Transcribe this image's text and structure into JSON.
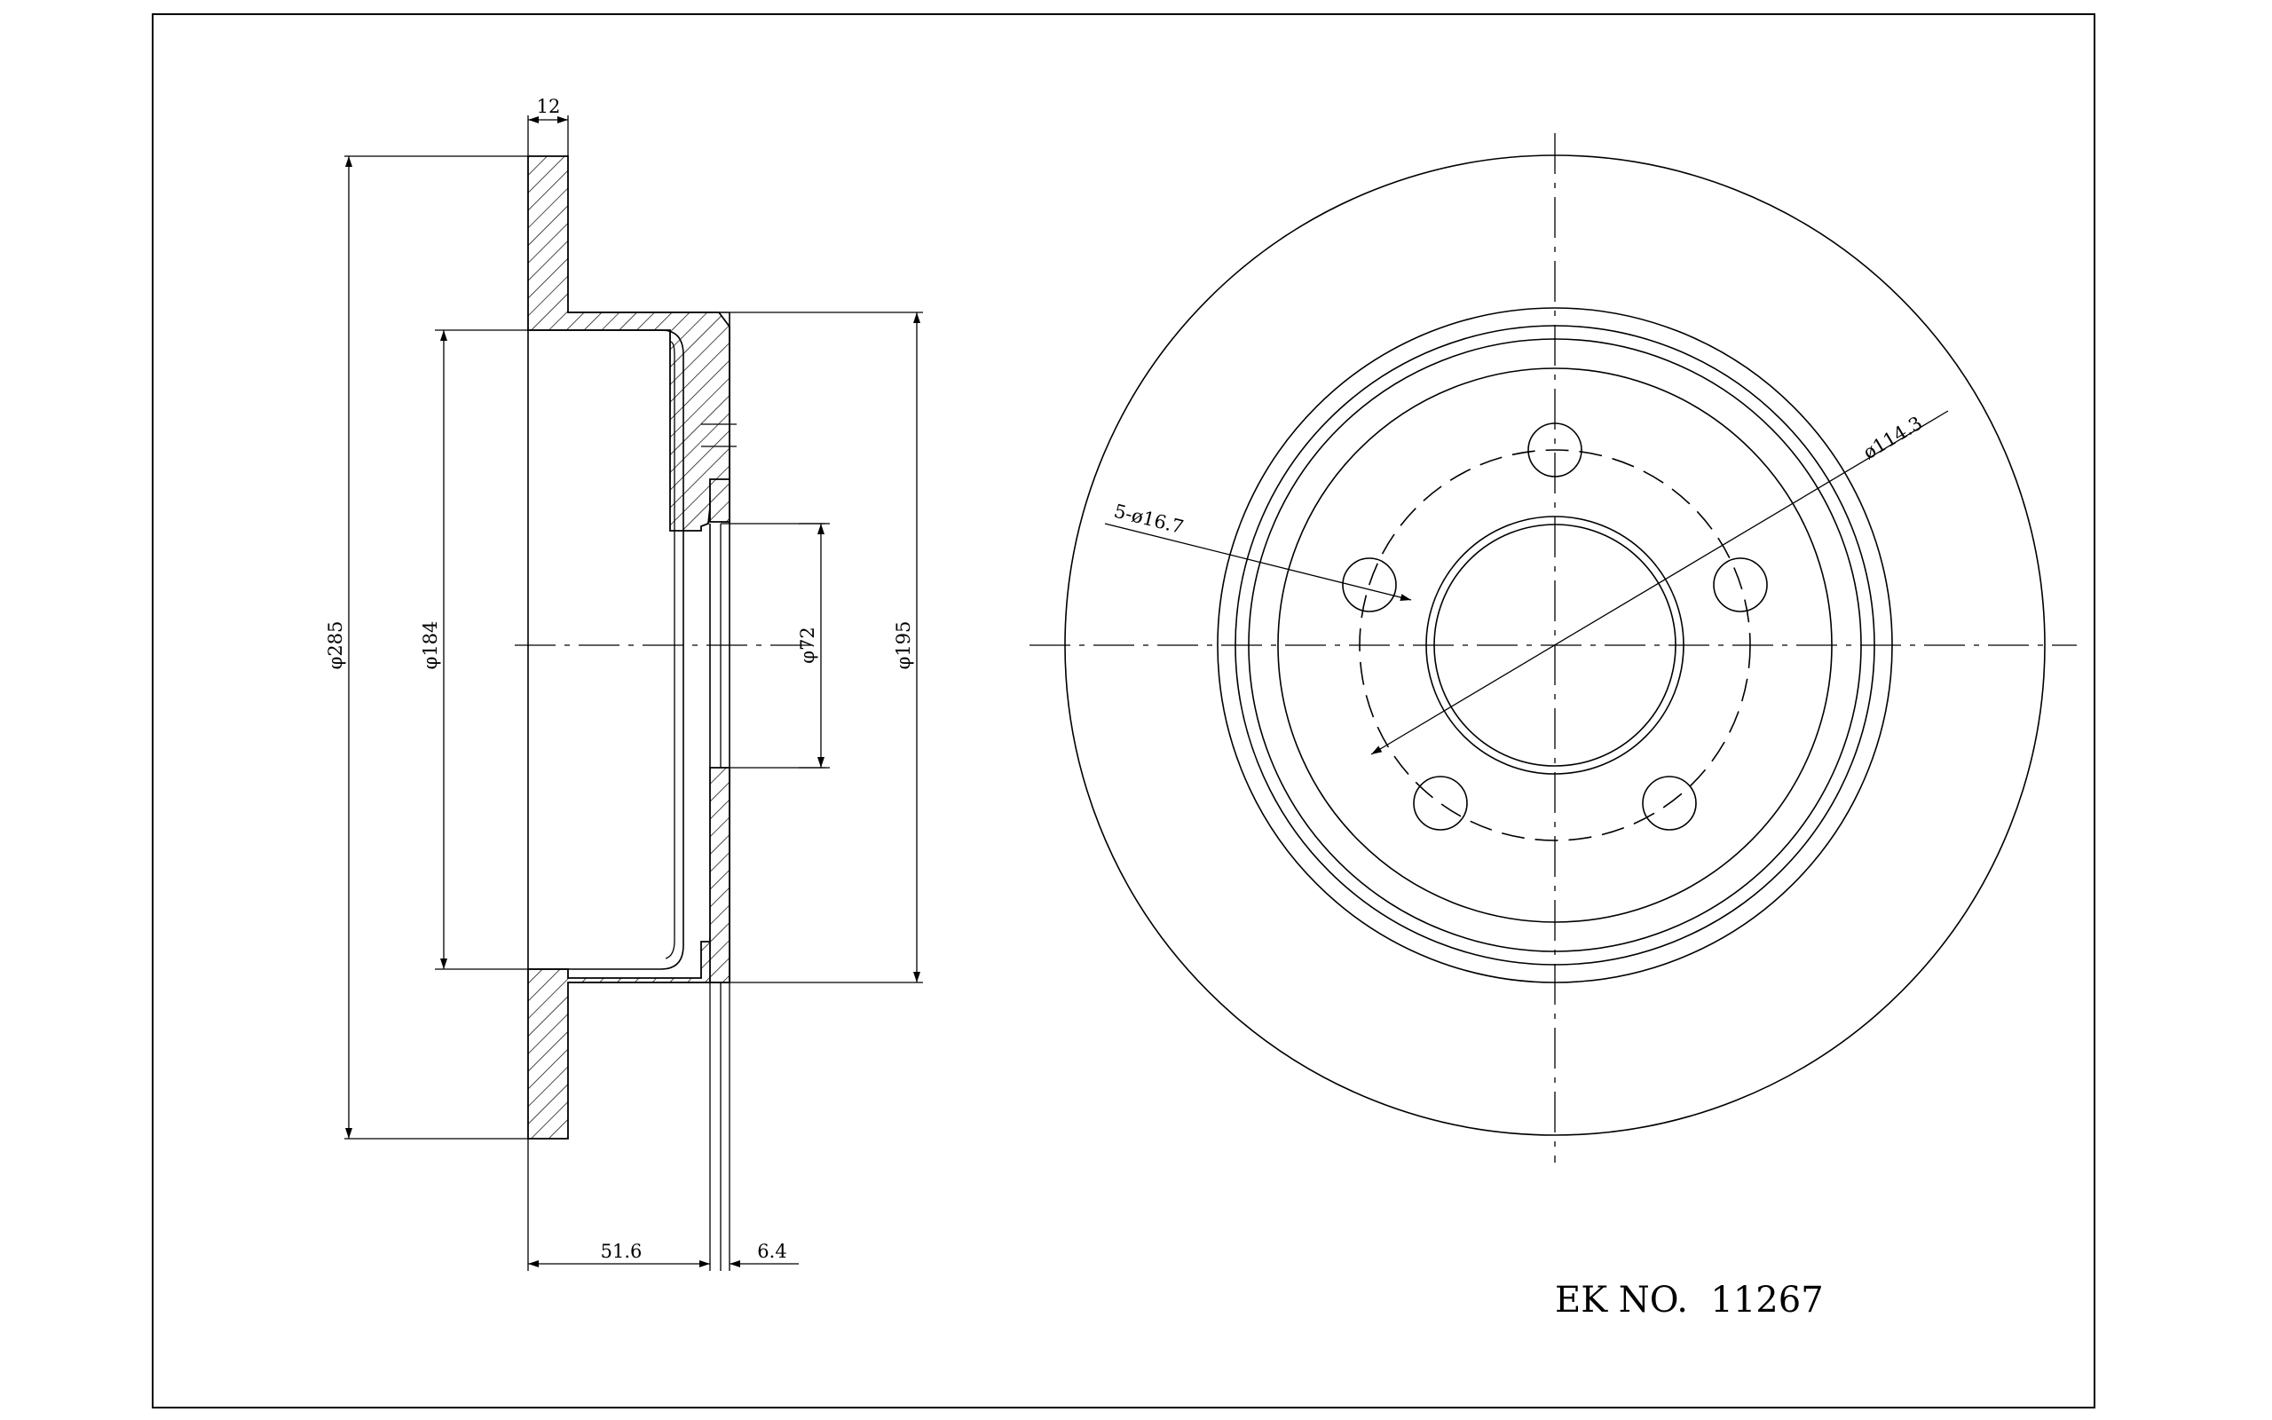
{
  "part_number": "EK NO.  11267",
  "dimensions": {
    "overall_diameter": "φ285",
    "hat_inner_diameter": "φ184",
    "center_bore": "φ72",
    "hat_outer_diameter": "φ195",
    "disc_thickness": "12",
    "overall_height": "51.6",
    "hub_flange_thickness": "6.4",
    "bolt_holes": "5-ø16.7",
    "bolt_circle": "ø114.3"
  }
}
